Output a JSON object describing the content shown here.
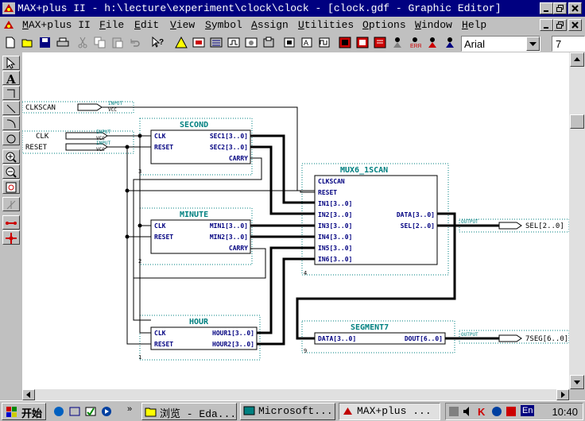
{
  "window": {
    "title": "MAX+plus II - h:\\lecture\\experiment\\clock\\clock - [clock.gdf - Graphic Editor]"
  },
  "menu": [
    "MAX+plus II",
    "File",
    "Edit",
    "View",
    "Symbol",
    "Assign",
    "Utilities",
    "Options",
    "Window",
    "Help"
  ],
  "toolbar": {
    "font": "Arial",
    "font_size": "7"
  },
  "schematic": {
    "inputs": [
      {
        "name": "CLKSCAN",
        "tag": "INPUT",
        "vcc": "VCC"
      },
      {
        "name": "CLK",
        "tag": "INPUT",
        "vcc": "VCC"
      },
      {
        "name": "RESET",
        "tag": "INPUT",
        "vcc": "VCC"
      }
    ],
    "blocks": {
      "second": {
        "title": "SECOND",
        "num": "3",
        "ports_left": [
          "CLK",
          "RESET"
        ],
        "ports_right": [
          "SEC1[3..0]",
          "SEC2[3..0]",
          "CARRY"
        ]
      },
      "minute": {
        "title": "MINUTE",
        "num": "2",
        "ports_left": [
          "CLK",
          "RESET"
        ],
        "ports_right": [
          "MIN1[3..0]",
          "MIN2[3..0]",
          "CARRY"
        ]
      },
      "hour": {
        "title": "HOUR",
        "num": "1",
        "ports_left": [
          "CLK",
          "RESET"
        ],
        "ports_right": [
          "HOUR1[3..0]",
          "HOUR2[3..0]"
        ]
      },
      "mux": {
        "title": "MUX6_1SCAN",
        "num": "4",
        "ports_left": [
          "CLKSCAN",
          "RESET",
          "IN1[3..0]",
          "IN2[3..0]",
          "IN3[3..0]",
          "IN4[3..0]",
          "IN5[3..0]",
          "IN6[3..0]"
        ],
        "ports_right": [
          "DATA[3..0]",
          "SEL[2..0]"
        ]
      },
      "seg": {
        "title": "SEGMENT7",
        "num": "9",
        "ports_left": [
          "DATA[3..0]"
        ],
        "ports_right": [
          "DOUT[6..0]"
        ]
      }
    },
    "outputs": [
      {
        "name": "SEL[2..0]",
        "tag": "OUTPUT"
      },
      {
        "name": "7SEG[6..0]",
        "tag": "OUTPUT"
      }
    ]
  },
  "taskbar": {
    "start": "开始",
    "tasks": [
      "浏览 - Eda...",
      "Microsoft...",
      "MAX+plus ..."
    ],
    "clock": "10:40",
    "lang": "En"
  }
}
